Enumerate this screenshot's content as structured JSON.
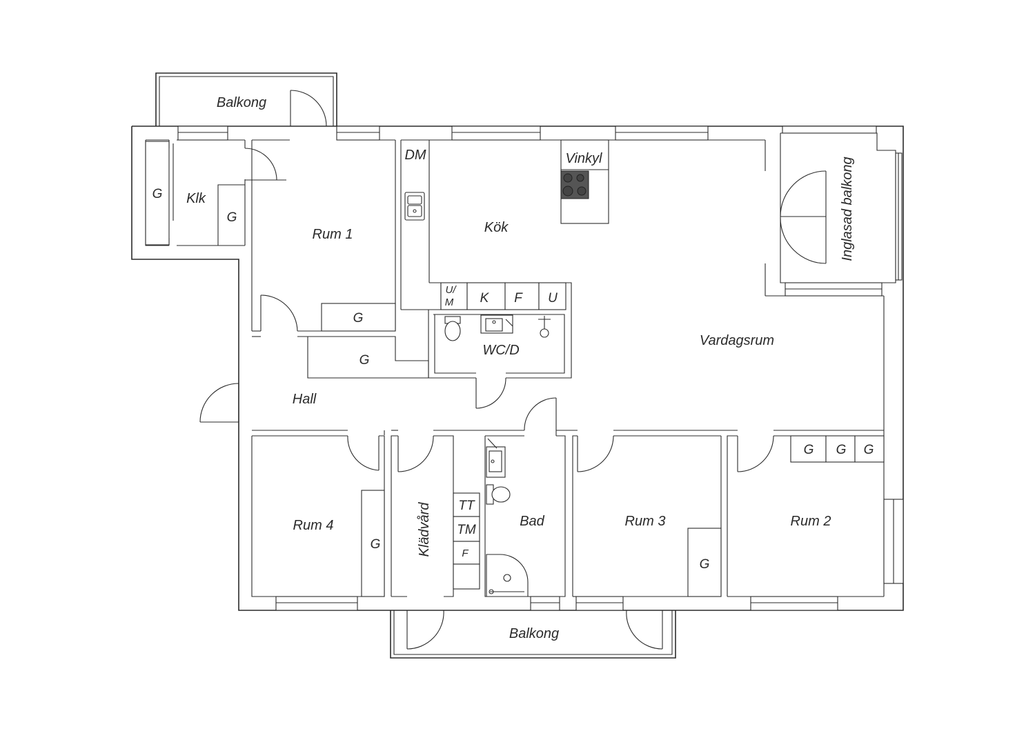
{
  "rooms": {
    "balkong_top": "Balkong",
    "klk": "Klk",
    "rum1": "Rum 1",
    "dm": "DM",
    "kok": "Kök",
    "vinkyl": "Vinkyl",
    "inglasad_balkong": "Inglasad balkong",
    "vardagsrum": "Vardagsrum",
    "wcd": "WC/D",
    "hall": "Hall",
    "rum4": "Rum 4",
    "kladvard": "Klädvård",
    "bad": "Bad",
    "rum3": "Rum 3",
    "rum2": "Rum 2",
    "balkong_bottom": "Balkong"
  },
  "fixtures": {
    "g": "G",
    "um_top": "U/",
    "um_bottom": "M",
    "k": "K",
    "f": "F",
    "u": "U",
    "tt": "TT",
    "tm": "TM"
  }
}
